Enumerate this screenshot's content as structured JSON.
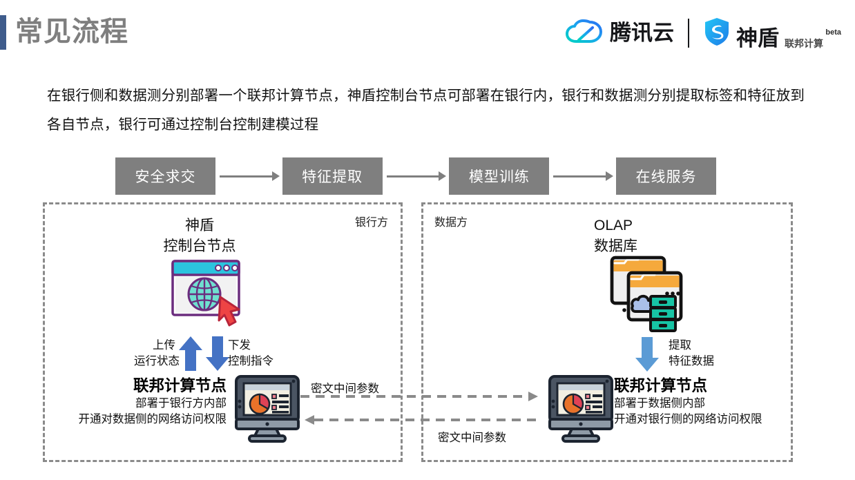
{
  "header": {
    "title": "常见流程",
    "accent_color": "#3F5C8C",
    "title_color": "#7f7f7f",
    "logos": {
      "tencent_cloud": {
        "icon": "cloud-icon",
        "wordmark": "腾讯云"
      },
      "divider": "|",
      "shield": {
        "icon": "shield-icon",
        "wordmark": "神盾",
        "subtitle": "联邦计算",
        "badge": "beta"
      }
    }
  },
  "description": "在银行侧和数据测分别部署一个联邦计算节点，神盾控制台节点可部署在银行内，银行和数据测分别提取标签和特征放到各自节点，银行可通过控制台控制建模过程",
  "flow": {
    "steps": [
      "安全求交",
      "特征提取",
      "模型训练",
      "在线服务"
    ],
    "box_color": "#7f7f7f",
    "box_text_color": "#ffffff"
  },
  "bank_panel": {
    "label": "银行方",
    "console_node": {
      "title_line1": "神盾",
      "title_line2": "控制台节点",
      "icon": "browser-globe-icon"
    },
    "upload_arrow": {
      "icon": "arrow-up-icon",
      "color": "#4472C4",
      "label_line1": "上传",
      "label_line2": "运行状态"
    },
    "command_arrow": {
      "icon": "arrow-down-icon",
      "color": "#4472C4",
      "label_line1": "下发",
      "label_line2": "控制指令"
    },
    "fed_node": {
      "title": "联邦计算节点",
      "line1": "部署于银行方内部",
      "line2": "开通对数据侧的网络访问权限",
      "icon": "monitor-chart-icon"
    }
  },
  "data_panel": {
    "label": "数据方",
    "olap": {
      "title_line1": "OLAP",
      "title_line2": "数据库",
      "icon": "database-windows-icon"
    },
    "extract_arrow": {
      "icon": "arrow-down-icon",
      "color": "#5B9BD5",
      "label_line1": "提取",
      "label_line2": "特征数据"
    },
    "fed_node": {
      "title": "联邦计算节点",
      "line1": "部署于数据侧内部",
      "line2": "开通对银行侧的网络访问权限",
      "icon": "monitor-chart-icon"
    }
  },
  "exchange": {
    "top_label": "密文中间参数",
    "bottom_label": "密文中间参数",
    "line_color": "#8a8a8a"
  }
}
